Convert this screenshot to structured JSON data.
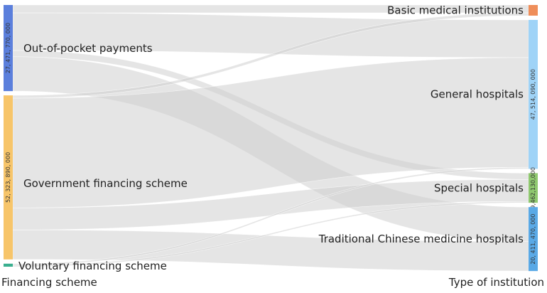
{
  "chart_data": {
    "type": "sankey",
    "source_axis_label": "Financing scheme",
    "target_axis_label": "Type of institution",
    "sources": [
      {
        "name": "Out-of-pocket payments",
        "value": 27471770000,
        "value_label": "27, 471, 770, 000",
        "color": "#5b7fdc"
      },
      {
        "name": "Government financing scheme",
        "value": 52323890000,
        "value_label": "52, 323, 890, 000",
        "color": "#f7c56a"
      },
      {
        "name": "Voluntary financing scheme",
        "value": 960000000,
        "value_label": "",
        "color": "#3aaf8f"
      }
    ],
    "targets": [
      {
        "name": "Basic medical institutions",
        "value": 3400000000,
        "value_label": "",
        "color": "#ef8e5a"
      },
      {
        "name": "General hospitals",
        "value": 47514090000,
        "value_label": "47, 514, 090, 000",
        "color": "#9fd3f7"
      },
      {
        "name": "Special hospitals",
        "value": 9462130000,
        "value_label": "9,462,130,000",
        "color": "#8fc86f"
      },
      {
        "name": "Traditional Chinese medicine hospitals",
        "value": 20411470000,
        "value_label": "20, 411, 470, 000",
        "color": "#5aa9e6"
      }
    ],
    "links": [
      {
        "source": 0,
        "target": 0,
        "value": 2500000000
      },
      {
        "source": 0,
        "target": 1,
        "value": 12000000000
      },
      {
        "source": 0,
        "target": 2,
        "value": 2000000000
      },
      {
        "source": 0,
        "target": 3,
        "value": 10970000000
      },
      {
        "source": 1,
        "target": 0,
        "value": 900000000
      },
      {
        "source": 1,
        "target": 1,
        "value": 35000000000
      },
      {
        "source": 1,
        "target": 2,
        "value": 7000000000
      },
      {
        "source": 1,
        "target": 3,
        "value": 9420000000
      },
      {
        "source": 2,
        "target": 1,
        "value": 500000000
      },
      {
        "source": 2,
        "target": 2,
        "value": 460000000
      }
    ],
    "link_color": "#cfcfcf"
  }
}
